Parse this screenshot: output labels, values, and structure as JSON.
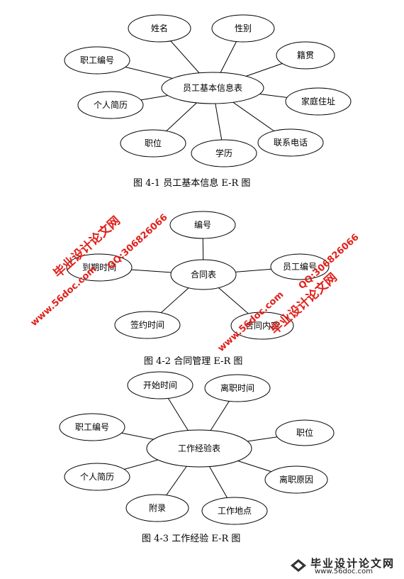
{
  "figures": [
    {
      "caption": "图 4-1  员工基本信息 E-R 图",
      "center": "员工基本信息表",
      "attributes": [
        "姓名",
        "性别",
        "籍贯",
        "家庭住址",
        "联系电话",
        "学历",
        "职位",
        "个人简历",
        "职工编号"
      ]
    },
    {
      "caption": "图 4-2  合同管理 E-R 图",
      "center": "合同表",
      "attributes": [
        "编号",
        "员工编号",
        "合同内容",
        "签约时间",
        "到期时间"
      ]
    },
    {
      "caption": "图 4-3  工作经验 E-R 图",
      "center": "工作经验表",
      "attributes": [
        "开始时间",
        "离职时间",
        "职位",
        "离职原因",
        "工作地点",
        "附录",
        "个人简历",
        "职工编号"
      ]
    }
  ],
  "watermarks": {
    "site_name": "毕业设计论文网",
    "site_url": "www.56doc.com",
    "qq": "QQ:306826066"
  },
  "logo": {
    "name": "毕业设计论文网",
    "url": "www.56doc.com"
  },
  "colors": {
    "watermark": "#e0201a",
    "line": "#000000"
  }
}
